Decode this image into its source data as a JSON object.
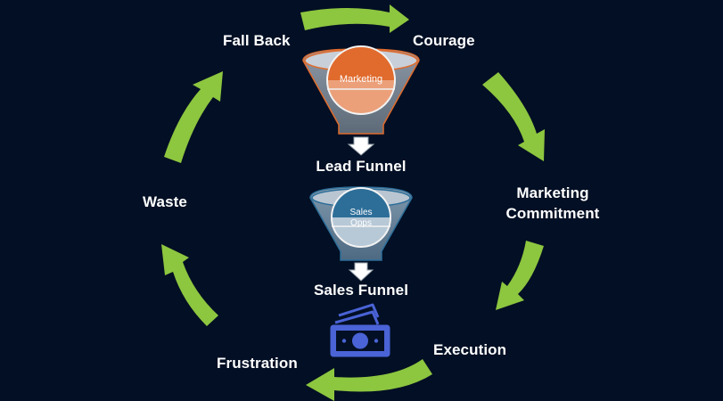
{
  "cycle_labels": {
    "fall_back": "Fall Back",
    "courage": "Courage",
    "marketing_commitment_line1": "Marketing",
    "marketing_commitment_line2": "Commitment",
    "execution": "Execution",
    "frustration": "Frustration",
    "waste": "Waste"
  },
  "funnels": {
    "lead": {
      "inner_label": "Marketing",
      "caption": "Lead Funnel"
    },
    "sales": {
      "inner_label_line1": "Sales",
      "inner_label_line2": "Opps",
      "caption": "Sales Funnel"
    }
  },
  "icons": {
    "money": "money-bills-icon"
  },
  "colors": {
    "background": "#020f24",
    "arrow": "#8dc63f",
    "lead_funnel_accent": "#e06b2d",
    "sales_funnel_accent": "#2d6e99",
    "money_icon": "#4a63d6",
    "text": "#ffffff"
  }
}
